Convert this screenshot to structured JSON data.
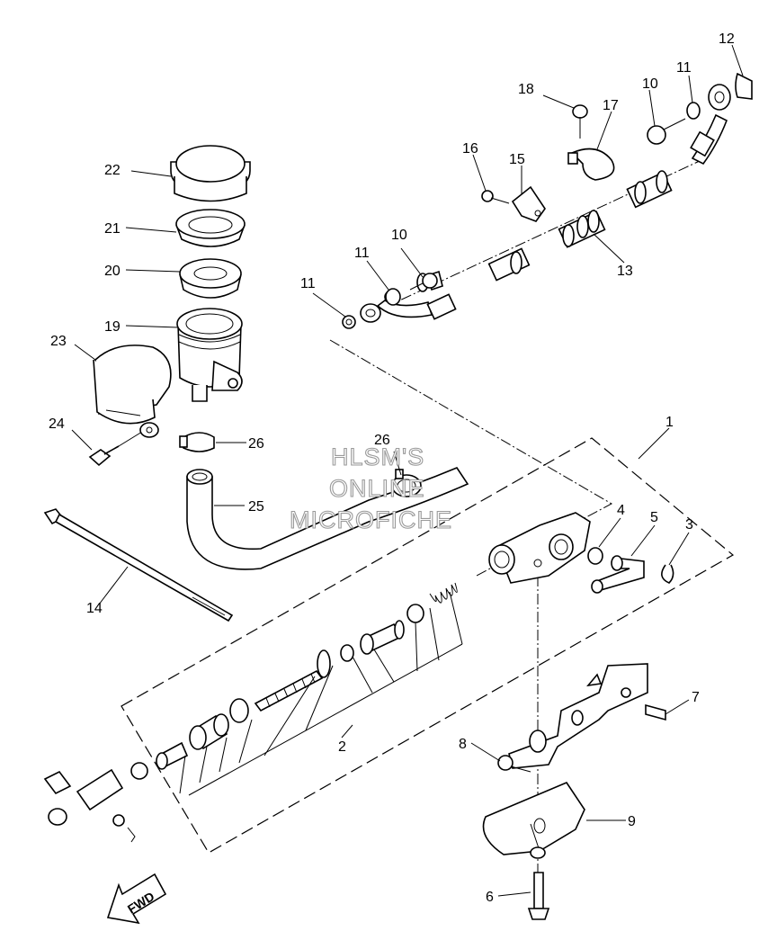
{
  "watermark": [
    "HLSM'S",
    "ONLINE",
    "MICROFICHE"
  ],
  "direction_label": "FWD",
  "callouts": [
    "1",
    "2",
    "3",
    "4",
    "5",
    "6",
    "7",
    "8",
    "9",
    "10",
    "10",
    "11",
    "11",
    "11",
    "12",
    "13",
    "14",
    "15",
    "16",
    "17",
    "18",
    "19",
    "20",
    "21",
    "22",
    "23",
    "24",
    "25",
    "26",
    "26"
  ]
}
